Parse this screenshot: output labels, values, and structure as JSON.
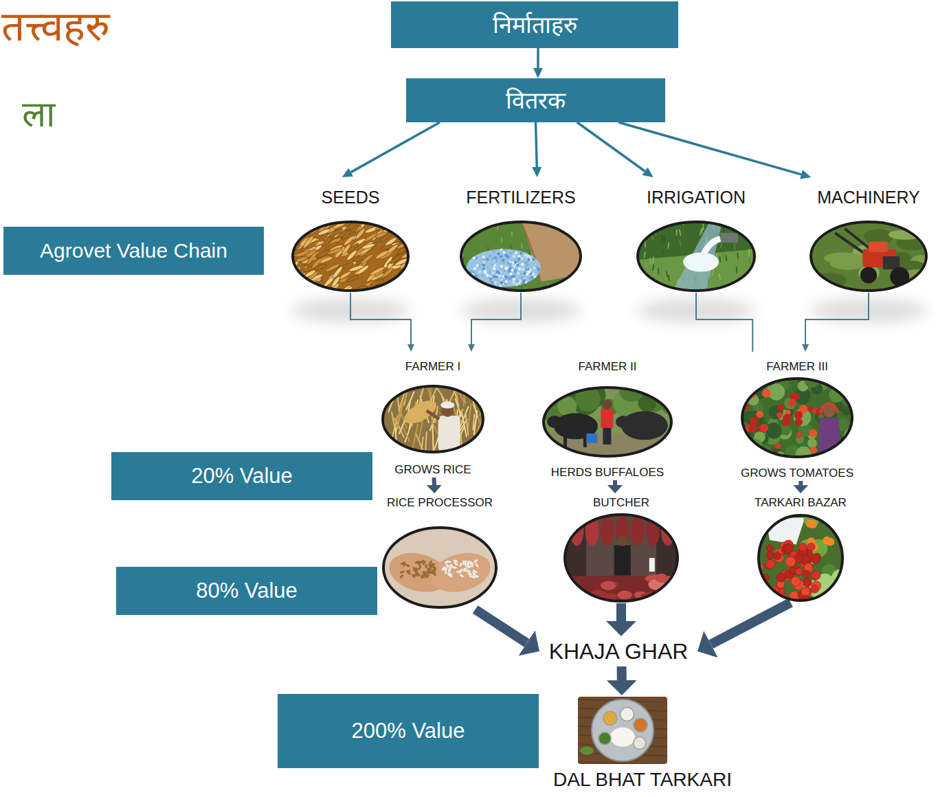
{
  "diagram": {
    "title": "तत्त्वहरु",
    "nodes": [
      {
        "text": [
          "निर्माताहरु"
        ]
      },
      {
        "text": [
          "वितरक"
        ]
      },
      {
        "text": [
          "SEEDS"
        ]
      },
      {
        "text": [
          "FERTILIZERS"
        ]
      },
      {
        "text": [
          "IRRIGATION"
        ]
      },
      {
        "text": [
          "MACHINERY"
        ]
      },
      {
        "text": [
          "Agrovet Value Chain"
        ]
      },
      {
        "text": [
          "FARMER I",
          "GROWS RICE"
        ]
      },
      {
        "text": [
          "FARMER II",
          "HERDS BUFFALOES"
        ]
      },
      {
        "text": [
          "FARMER III",
          "GROWS TOMATOES"
        ]
      },
      {
        "text": [
          "20% Value"
        ]
      },
      {
        "text": [
          "RICE PROCESSOR"
        ]
      },
      {
        "text": [
          "BUTCHER"
        ]
      },
      {
        "text": [
          "TARKARI BAZAR"
        ]
      },
      {
        "text": [
          "80% Value"
        ]
      },
      {
        "text": [
          "KHAJA GHAR"
        ]
      },
      {
        "text": [
          "200% Value"
        ]
      },
      {
        "text": [
          "DAL BHAT TARKARI"
        ]
      }
    ],
    "edges": [
      {
        "from": 0,
        "to": 1,
        "arrow": "to"
      },
      {
        "from": 1,
        "to": 2,
        "arrow": "to"
      },
      {
        "from": 1,
        "to": 3,
        "arrow": "to"
      },
      {
        "from": 1,
        "to": 4,
        "arrow": "to"
      },
      {
        "from": 1,
        "to": 5,
        "arrow": "to"
      },
      {
        "from": 2,
        "to": 7,
        "arrow": "to"
      },
      {
        "from": 3,
        "to": 7,
        "arrow": "to"
      },
      {
        "from": 4,
        "to": 9,
        "arrow": "none"
      },
      {
        "from": 5,
        "to": 9,
        "arrow": "to"
      },
      {
        "from": 7,
        "to": 11,
        "arrow": "to"
      },
      {
        "from": 8,
        "to": 12,
        "arrow": "to"
      },
      {
        "from": 9,
        "to": 13,
        "arrow": "to"
      },
      {
        "from": 11,
        "to": 15,
        "arrow": "to"
      },
      {
        "from": 12,
        "to": 15,
        "arrow": "to"
      },
      {
        "from": 13,
        "to": 15,
        "arrow": "to"
      },
      {
        "from": 15,
        "to": 17,
        "arrow": "to"
      }
    ],
    "labels": [
      "ला"
    ]
  }
}
